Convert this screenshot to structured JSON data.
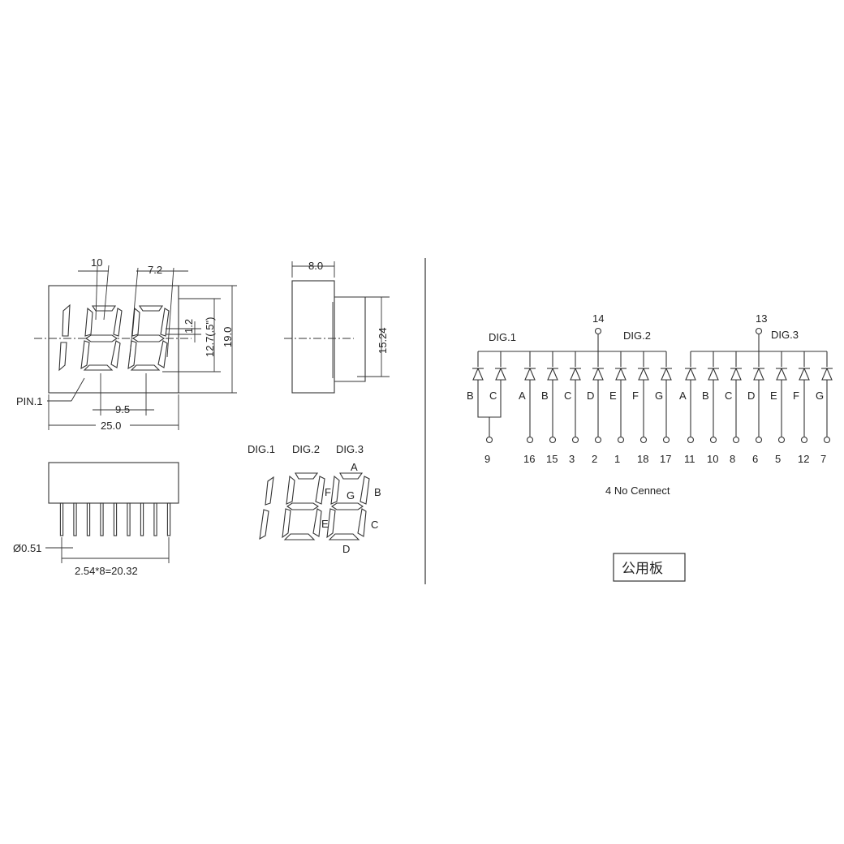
{
  "front_view": {
    "dim_10": "10",
    "dim_7_2": "7.2",
    "dim_1_2": "1.2",
    "dim_12_7": "12.7(.5\")",
    "dim_19_0": "19.0",
    "dim_9_5": "9.5",
    "dim_25_0": "25.0",
    "pin1_label": "PIN.1"
  },
  "side_view": {
    "dim_8_0": "8.0",
    "dim_15_24": "15.24"
  },
  "bottom_view": {
    "pin_dia": "Ø0.51",
    "pitch": "2.54*8=20.32"
  },
  "segment_key": {
    "dig1": "DIG.1",
    "dig2": "DIG.2",
    "dig3": "DIG.3",
    "seg_a": "A",
    "seg_b": "B",
    "seg_c": "C",
    "seg_d": "D",
    "seg_e": "E",
    "seg_f": "F",
    "seg_g": "G"
  },
  "circuit": {
    "dig1_label": "DIG.1",
    "dig2_label": "DIG.2",
    "dig3_label": "DIG.3",
    "common_pin_left": "14",
    "common_pin_right": "13",
    "group1_segments": [
      "B",
      "C",
      "A",
      "B",
      "C",
      "D",
      "E",
      "F",
      "G"
    ],
    "group2_segments": [
      "A",
      "B",
      "C",
      "D",
      "E",
      "F",
      "G"
    ],
    "pins_left": [
      "9",
      "16",
      "15",
      "3",
      "2",
      "1",
      "18",
      "17"
    ],
    "pins_right": [
      "11",
      "10",
      "8",
      "6",
      "5",
      "12",
      "7"
    ],
    "note": "4 No Cennect",
    "badge": "公用板"
  }
}
